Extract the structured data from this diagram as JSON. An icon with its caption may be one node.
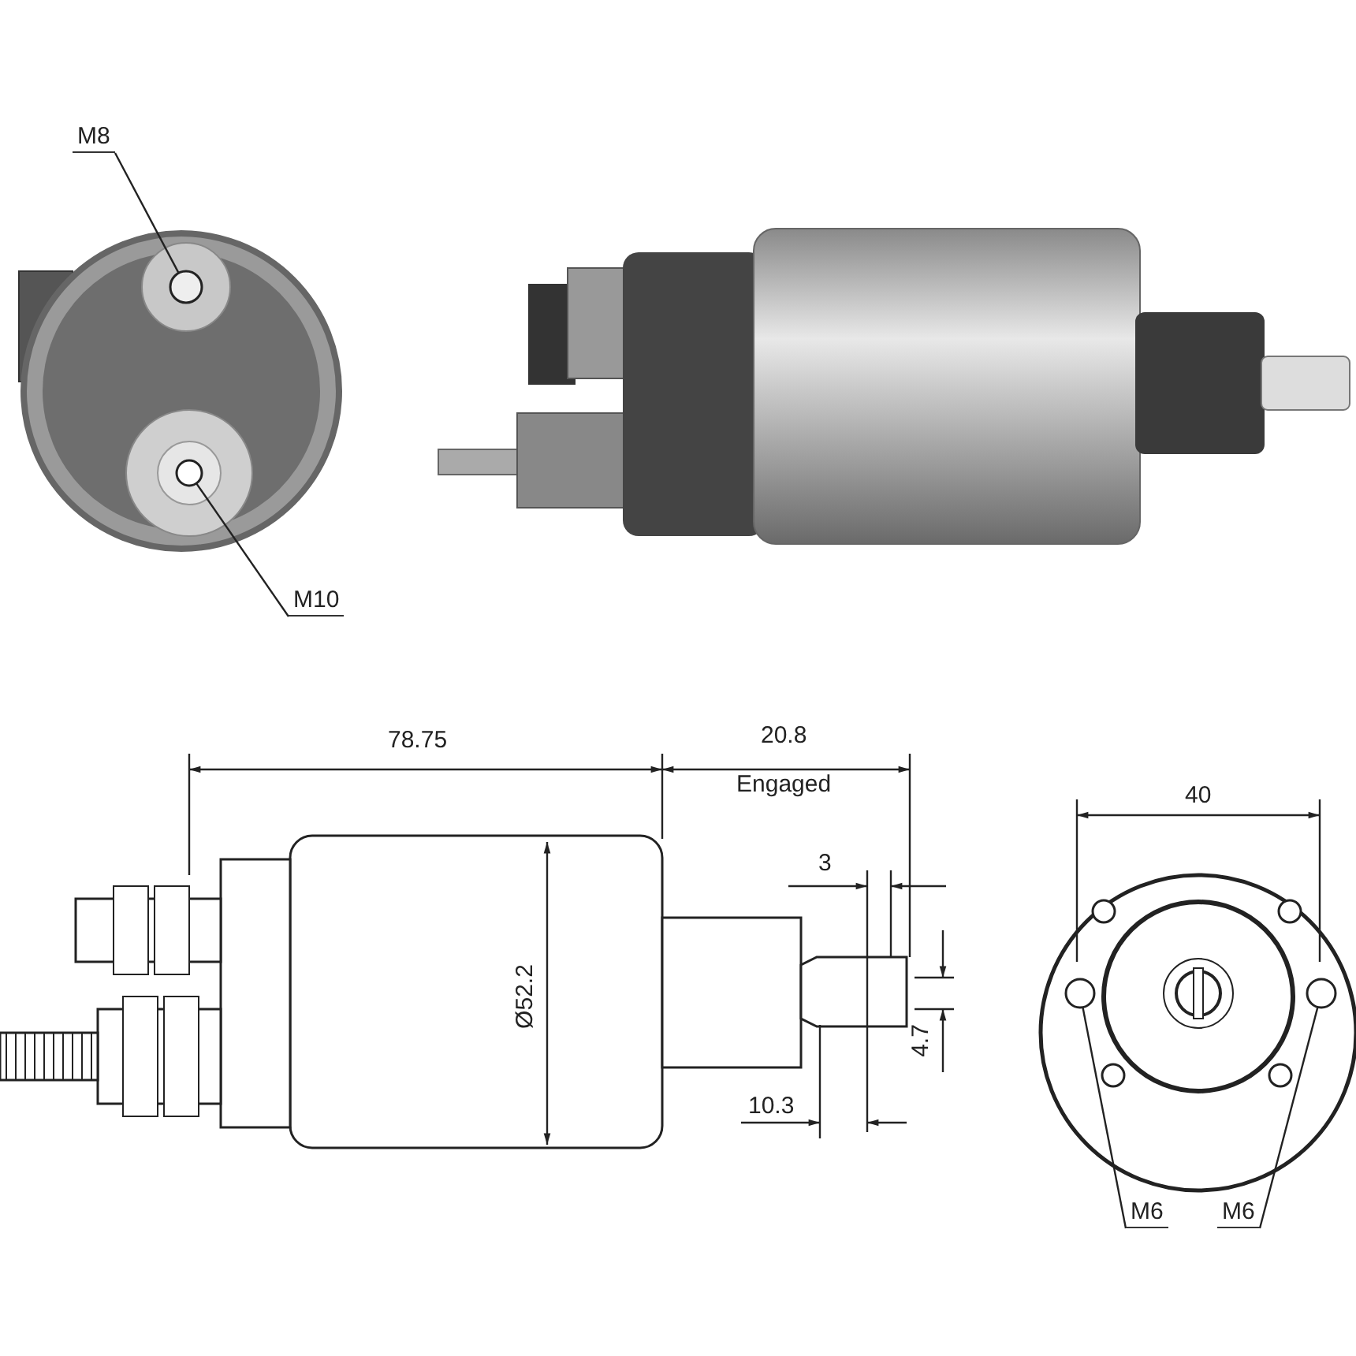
{
  "diagram": {
    "nodes": [
      {
        "text": [
          "M8"
        ]
      },
      {
        "text": [],
        "shape": "circle"
      },
      {
        "text": [],
        "shape": "circle"
      },
      {
        "text": [
          "M10"
        ]
      },
      {
        "text": [],
        "shape": "circle"
      },
      {
        "text": [],
        "shape": "circle"
      },
      {
        "text": [
          "M6"
        ]
      },
      {
        "text": [
          "M6"
        ]
      }
    ],
    "edges": [
      {
        "from": 0,
        "to": 1,
        "arrow": "none"
      },
      {
        "from": 3,
        "to": 2,
        "arrow": "none"
      },
      {
        "from": 6,
        "to": 4,
        "arrow": "none"
      },
      {
        "from": 7,
        "to": 5,
        "arrow": "none"
      }
    ],
    "labels": [
      "78.75",
      "20.8",
      "Engaged",
      "40",
      "3",
      "Ø52.2",
      "4.7",
      "10.3"
    ]
  }
}
